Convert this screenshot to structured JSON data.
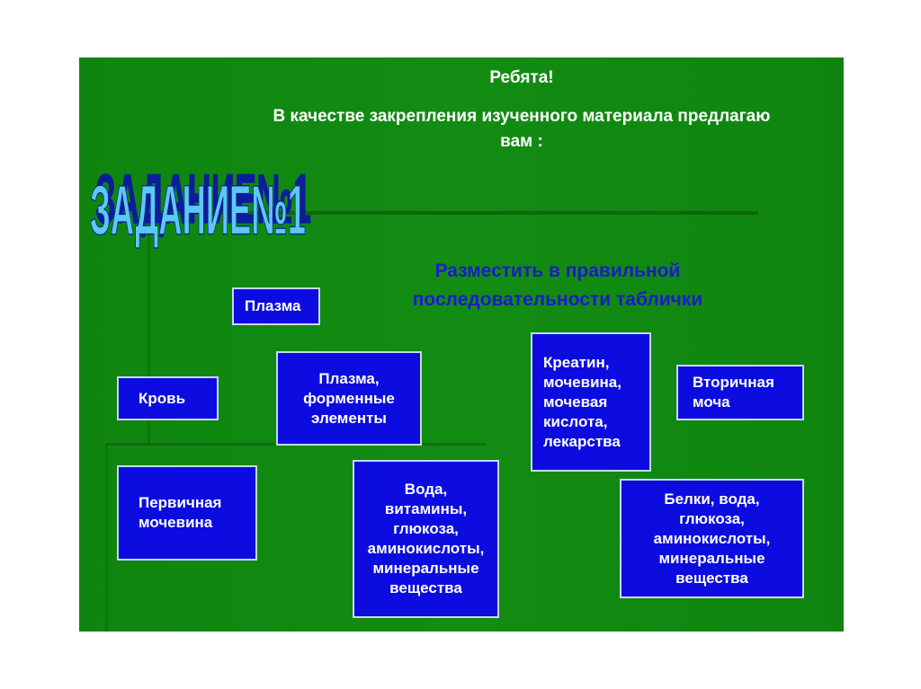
{
  "slide": {
    "greeting": "Ребята!",
    "intro": "В качестве закрепления изученного материала предлагаю вам :",
    "task_title": "ЗАДАНИЕ№1",
    "instruction": "Разместить в правильной последовательности таблички",
    "cards": [
      {
        "text": "Плазма"
      },
      {
        "text": "Кровь"
      },
      {
        "text": "Плазма,\nформенные\nэлементы"
      },
      {
        "text": "Креатин,\nмочевина,\nмочевая\nкислота,\nлекарства"
      },
      {
        "text": "Вторичная\nмоча"
      },
      {
        "text": "Первичная\nмочевина"
      },
      {
        "text": "Вода,\nвитамины,\nглюкоза,\nаминокислоты,\nминеральные\nвещества"
      },
      {
        "text": "Белки, вода,\nглюкоза,\nаминокислоты,\nминеральные\nвещества"
      }
    ]
  },
  "colors": {
    "background": "#118a11",
    "card": "#0c0ce0",
    "wordart_fill": "#5cc8f5",
    "wordart_shadow": "#0a1a9a",
    "instruction": "#1c1cc8"
  }
}
